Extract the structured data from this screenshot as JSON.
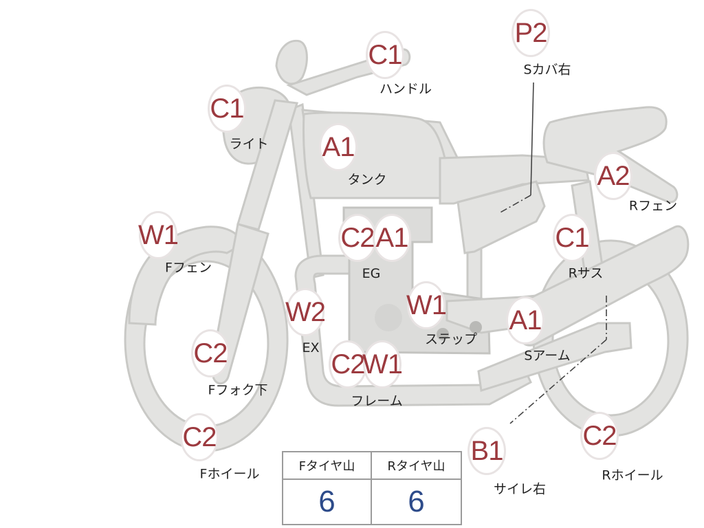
{
  "colors": {
    "part_fill": "#e3e3e1",
    "marker_text": "#9c3a3f",
    "label_text": "#222222",
    "table_value": "#2d4b8a"
  },
  "callouts": [
    {
      "id": "light",
      "code": "C1",
      "label": "ライト"
    },
    {
      "id": "handle",
      "code": "C1",
      "label": "ハンドル"
    },
    {
      "id": "tank",
      "code": "A1",
      "label": "タンク"
    },
    {
      "id": "side-cover-r",
      "code": "P2",
      "label": "Sカバ右"
    },
    {
      "id": "r-fender",
      "code": "A2",
      "label": "Rフェン"
    },
    {
      "id": "f-fender",
      "code": "W1",
      "label": "Fフェン"
    },
    {
      "id": "engine",
      "code": "C2",
      "label": "EG"
    },
    {
      "id": "engine-2",
      "code": "A1",
      "label": ""
    },
    {
      "id": "r-suspension",
      "code": "C1",
      "label": "Rサス"
    },
    {
      "id": "exhaust",
      "code": "W2",
      "label": "EX"
    },
    {
      "id": "step",
      "code": "W1",
      "label": "ステップ"
    },
    {
      "id": "swing-arm",
      "code": "A1",
      "label": "Sアーム"
    },
    {
      "id": "f-fork-lower",
      "code": "C2",
      "label": "Fフォク下"
    },
    {
      "id": "frame",
      "code": "C2",
      "label": "フレーム"
    },
    {
      "id": "frame-2",
      "code": "W1",
      "label": ""
    },
    {
      "id": "f-wheel",
      "code": "C2",
      "label": "Fホイール"
    },
    {
      "id": "silencer-r",
      "code": "B1",
      "label": "サイレ右"
    },
    {
      "id": "r-wheel",
      "code": "C2",
      "label": "Rホイール"
    }
  ],
  "tire_table": {
    "headers": [
      "Fタイヤ山",
      "Rタイヤ山"
    ],
    "values": [
      "6",
      "6"
    ]
  }
}
